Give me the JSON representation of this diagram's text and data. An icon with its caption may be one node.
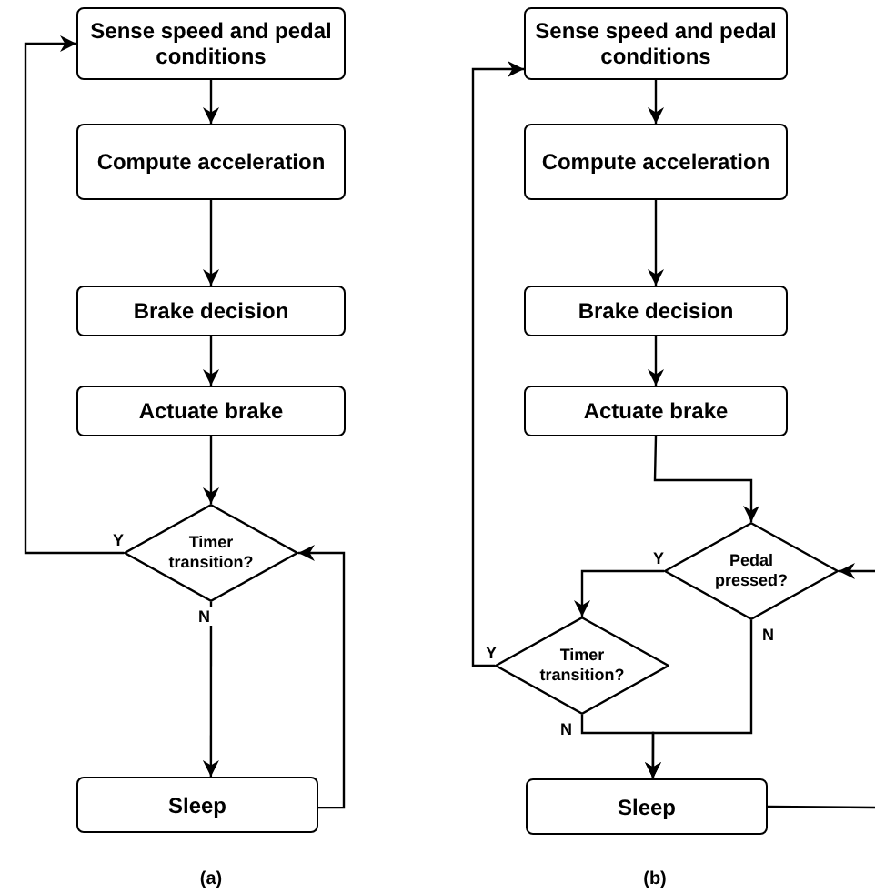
{
  "diagram": {
    "nodes": [
      {
        "text": [
          "Sense speed and pedal conditions"
        ]
      },
      {
        "text": [
          "Compute acceleration"
        ]
      },
      {
        "text": [
          "Brake decision"
        ]
      },
      {
        "text": [
          "Actuate brake"
        ]
      },
      {
        "text": [
          "Timer transition?"
        ]
      },
      {
        "text": [
          "Sleep"
        ]
      },
      {
        "text": [
          "Sense speed and pedal conditions"
        ]
      },
      {
        "text": [
          "Compute acceleration"
        ]
      },
      {
        "text": [
          "Brake decision"
        ]
      },
      {
        "text": [
          "Actuate brake"
        ]
      },
      {
        "text": [
          "Pedal pressed?"
        ]
      },
      {
        "text": [
          "Timer transition?"
        ]
      },
      {
        "text": [
          "Sleep"
        ]
      }
    ],
    "edges": [
      {
        "from": 0,
        "to": 1,
        "arrow": "to"
      },
      {
        "from": 1,
        "to": 2,
        "arrow": "to"
      },
      {
        "from": 2,
        "to": 3,
        "arrow": "to"
      },
      {
        "from": 3,
        "to": 4,
        "arrow": "to"
      },
      {
        "from": 4,
        "to": 0,
        "arrow": "to",
        "label": "Y"
      },
      {
        "from": 4,
        "to": 5,
        "arrow": "to",
        "label": "N"
      },
      {
        "from": 5,
        "to": 4,
        "arrow": "to"
      },
      {
        "from": 6,
        "to": 7,
        "arrow": "to"
      },
      {
        "from": 7,
        "to": 8,
        "arrow": "to"
      },
      {
        "from": 8,
        "to": 9,
        "arrow": "to"
      },
      {
        "from": 9,
        "to": 10,
        "arrow": "to"
      },
      {
        "from": 10,
        "to": 11,
        "arrow": "to",
        "label": "Y"
      },
      {
        "from": 11,
        "to": 6,
        "arrow": "to",
        "label": "Y"
      },
      {
        "from": 11,
        "to": 12,
        "arrow": "to",
        "label": "N"
      },
      {
        "from": 10,
        "to": 12,
        "arrow": "to",
        "label": "N"
      },
      {
        "from": null,
        "to": 10,
        "arrow": "to"
      },
      {
        "from": 12,
        "to": null,
        "arrow": "none"
      }
    ],
    "labels": [
      "(a)",
      "(b)"
    ]
  }
}
